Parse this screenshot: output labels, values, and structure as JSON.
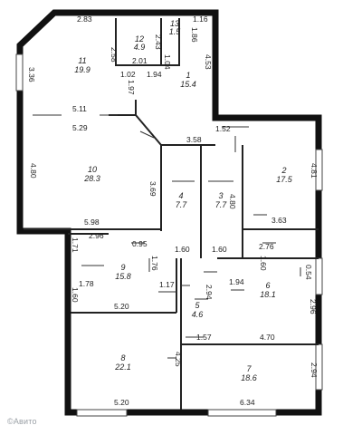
{
  "colors": {
    "wall": "#111111",
    "line": "#222222",
    "window": "#444444",
    "watermark": "#9aa0a6"
  },
  "rooms": [
    {
      "id": "11",
      "number": "11",
      "area": "19.9"
    },
    {
      "id": "12",
      "number": "12",
      "area": "4.9"
    },
    {
      "id": "13",
      "number": "13",
      "area": "1.5"
    },
    {
      "id": "1",
      "number": "1",
      "area": "15.4"
    },
    {
      "id": "10",
      "number": "10",
      "area": "28.3"
    },
    {
      "id": "2",
      "number": "2",
      "area": "17.5"
    },
    {
      "id": "3",
      "number": "3",
      "area": "7.7"
    },
    {
      "id": "4",
      "number": "4",
      "area": "7.7"
    },
    {
      "id": "9",
      "number": "9",
      "area": "15.8"
    },
    {
      "id": "5",
      "number": "5",
      "area": "4.6"
    },
    {
      "id": "6",
      "number": "6",
      "area": "18.1"
    },
    {
      "id": "8",
      "number": "8",
      "area": "22.1"
    },
    {
      "id": "7",
      "number": "7",
      "area": "18.6"
    }
  ],
  "dimensions": [
    "2.83",
    "1.16",
    "2.58",
    "2.43",
    "1.86",
    "4.53",
    "3.36",
    "2.01",
    "1.04",
    "1.02",
    "1.97",
    "1.94",
    "5.11",
    "5.29",
    "1.52",
    "3.58",
    "4.80",
    "3.69",
    "4.81",
    "4.80",
    "5.98",
    "3.63",
    "2.96",
    "1.71",
    "0.95",
    "1.60",
    "1.60",
    "2.76",
    "1.76",
    "1.60",
    "0.54",
    "1.78",
    "1.17",
    "1.94",
    "2.94",
    "1.60",
    "5.20",
    "2.96",
    "1.57",
    "4.70",
    "4.25",
    "2.94",
    "5.20",
    "6.34"
  ],
  "watermark": "©Авито"
}
